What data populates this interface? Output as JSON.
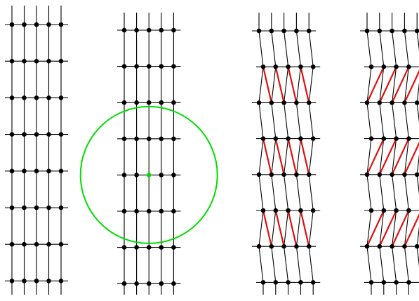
{
  "diagram": {
    "panels": [
      {
        "name": "uniform-lattice",
        "rows": 8,
        "cols": 5,
        "skew_pattern": "none",
        "highlight": false
      },
      {
        "name": "lattice-with-neighborhood",
        "rows": 8,
        "cols": 5,
        "skew_pattern": "none",
        "highlight": true
      },
      {
        "name": "lattice-red-left-lean",
        "rows": 8,
        "cols": 5,
        "skew_pattern": "left",
        "highlight": false
      },
      {
        "name": "lattice-red-right-lean",
        "rows": 8,
        "cols": 5,
        "skew_pattern": "right",
        "highlight": false
      }
    ],
    "red_bond_bands": [
      1,
      3,
      5
    ],
    "highlight_node": {
      "row": 4,
      "col": 2
    }
  },
  "colors": {
    "line": "#000000",
    "node": "#000000",
    "red_bond": "#e01010",
    "highlight": "#00dd00",
    "background": "#ffffff"
  }
}
